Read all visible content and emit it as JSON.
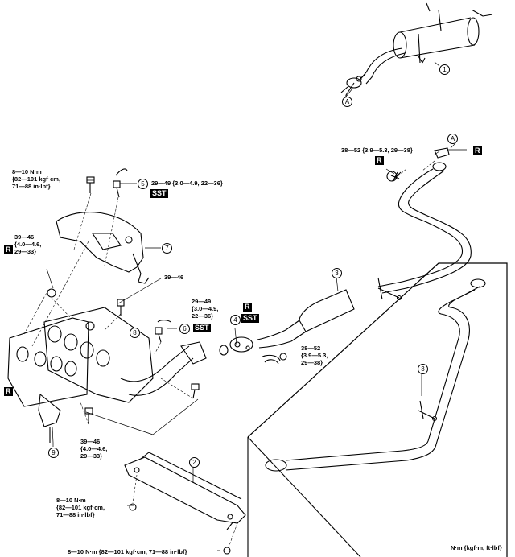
{
  "torque_specs": {
    "muffler_flange": "38—52 {3.9—5.3, 29—38}",
    "cat_flange_lines": [
      "38—52",
      "{3.9—5.3,",
      "29—38}"
    ],
    "sensor_front": "29—49 {3.0—4.9, 22—36}",
    "sensor_rear_lines": [
      "29—49",
      "{3.0—4.9,",
      "22—36}"
    ],
    "heat_cover_bolt_lines": [
      "8—10 N·m",
      "{82—101 kgf·cm,",
      "71—88 in·lbf}"
    ],
    "manifold_nut_lines": [
      "39—46",
      "{4.0—4.6,",
      "29—33}"
    ],
    "stay_bolt_upper": "39—46",
    "stay_bolt_lower_lines": [
      "39—46",
      "{4.0—4.6,",
      "29—33}"
    ],
    "member_bolt_lines": [
      "8—10 N·m",
      "{82—101 kgf·cm,",
      "71—88 in·lbf}"
    ],
    "member_bolt_bottom": "8—10 N·m {82—101 kgf·cm, 71—88 in·lbf}"
  },
  "tags": {
    "replace": "R",
    "sst": "SST"
  },
  "callouts": [
    "1",
    "2",
    "3",
    "3",
    "4",
    "5",
    "6",
    "7",
    "8",
    "9"
  ],
  "ref_mark": "A",
  "unit_note": "N·m {kgf·m, ft·lbf}"
}
